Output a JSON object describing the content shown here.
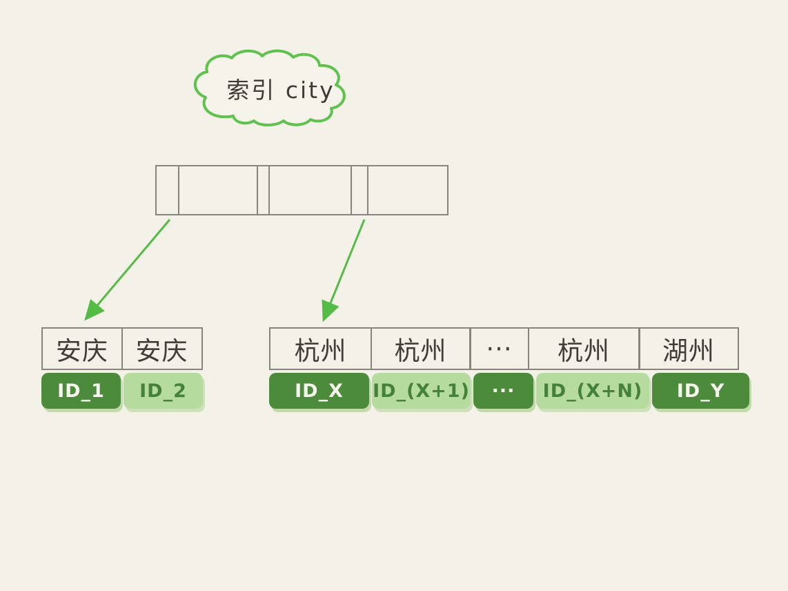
{
  "cloud": {
    "label": "索引 city"
  },
  "index_node": {
    "cells": [
      "",
      "",
      "",
      "",
      "",
      ""
    ]
  },
  "left_table": {
    "headers": [
      "安庆",
      "安庆"
    ],
    "values": [
      "ID_1",
      "ID_2"
    ]
  },
  "right_table": {
    "headers": [
      "杭州",
      "杭州",
      "···",
      "杭州",
      "湖州"
    ],
    "values": [
      "ID_X",
      "ID_(X+1)",
      "···",
      "ID_(X+N)",
      "ID_Y"
    ]
  },
  "colors": {
    "background": "#f3f1e8",
    "cloud_stroke": "#5ec24c",
    "arrow_green": "#54bb45",
    "box_border": "#87857b",
    "cell_dark_green": "#4c8a3c",
    "cell_light_green": "#b6db9e",
    "dark_text_on_light": "#44813a",
    "ink": "#3b3a33"
  }
}
